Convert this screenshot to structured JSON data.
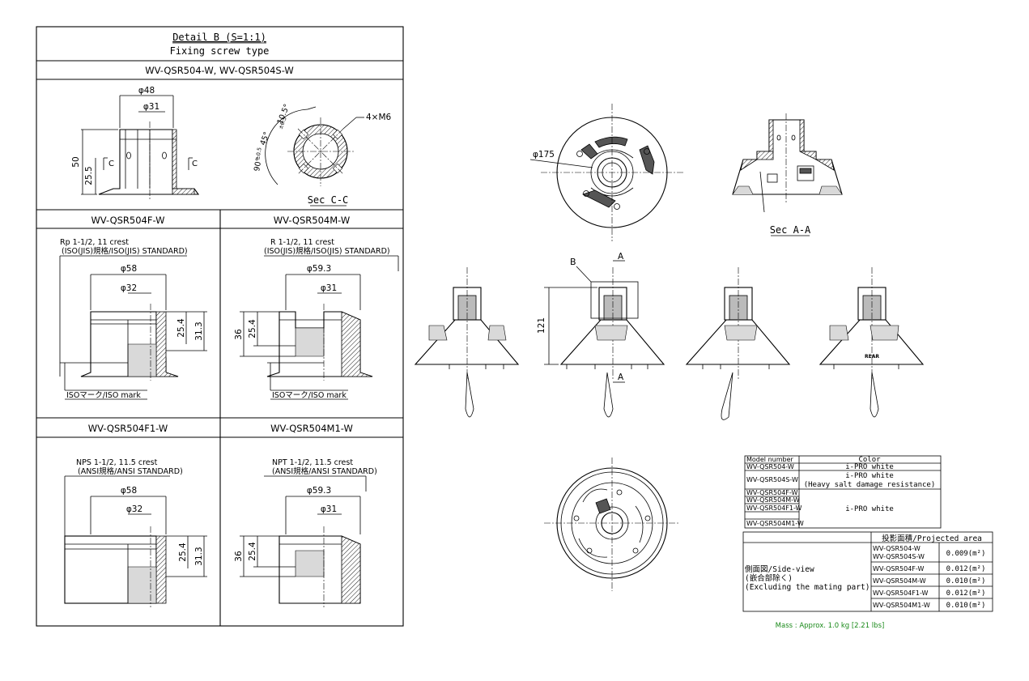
{
  "detail_panel": {
    "title": "Detail B (S=1:1)",
    "subtitle": "Fixing screw type",
    "sections": [
      {
        "model": "WV-QSR504-W, WV-QSR504S-W",
        "dims": {
          "outer_dia": "φ48",
          "inner_dia": "φ31",
          "height": "50",
          "half_height": "25.5",
          "cut_label_left": "C",
          "cut_label_right": "C"
        },
        "section": {
          "label": "Sec C-C",
          "screw": "4×M6",
          "angle_top": "10.5°",
          "angle_top_tol": "±0.5",
          "angle_mid": "45°",
          "angle_big": "90°",
          "angle_big_tol": "±0.5"
        }
      },
      {
        "model": "WV-QSR504F-W",
        "thread": "Rp 1-1/2, 11 crest",
        "standard": "(ISO(JIS)規格/ISO(JIS) STANDARD)",
        "outer_dia": "φ58",
        "inner_dia": "φ32",
        "dim_a": "25.4",
        "dim_b": "31.3",
        "mark": "ISOマーク/ISO mark"
      },
      {
        "model": "WV-QSR504M-W",
        "thread": "R 1-1/2, 11 crest",
        "standard": "(ISO(JIS)規格/ISO(JIS) STANDARD)",
        "outer_dia": "φ59.3",
        "inner_dia": "φ31",
        "dim_a": "25.4",
        "dim_b": "36",
        "mark": "ISOマーク/ISO mark"
      },
      {
        "model": "WV-QSR504F1-W",
        "thread": "NPS 1-1/2, 11.5 crest",
        "standard": "(ANSI規格/ANSI STANDARD)",
        "outer_dia": "φ58",
        "inner_dia": "φ32",
        "dim_a": "25.4",
        "dim_b": "31.3"
      },
      {
        "model": "WV-QSR504M1-W",
        "thread": "NPT 1-1/2, 11.5 crest",
        "standard": "(ANSI規格/ANSI STANDARD)",
        "outer_dia": "φ59.3",
        "inner_dia": "φ31",
        "dim_a": "25.4",
        "dim_b": "36"
      }
    ]
  },
  "views": {
    "top_dia": "φ175",
    "section_label": "Sec A-A",
    "height_dim": "121",
    "callout_b": "B",
    "callout_a": "A",
    "rear_label": "REAR"
  },
  "color_table": {
    "headers": [
      "Model number",
      "Color"
    ],
    "rows": [
      {
        "model": "WV-QSR504-W",
        "color": "i-PRO white"
      },
      {
        "model": "WV-QSR504S-W",
        "color": "i-PRO white",
        "color2": "(Heavy salt damage resistance)"
      },
      {
        "models": [
          "WV-QSR504F-W",
          "WV-QSR504M-W",
          "WV-QSR504F1-W",
          "WV-QSR504M1-W"
        ],
        "color": "i-PRO white"
      }
    ]
  },
  "area_table": {
    "header": "投影面積/Projected area",
    "side_label": [
      "側面図/Side-view",
      "(嵌合部除く)",
      "(Excluding the mating part)"
    ],
    "rows": [
      {
        "models": "WV-QSR504-W",
        "models2": "WV-QSR504S-W",
        "value": "0.009(m²)"
      },
      {
        "models": "WV-QSR504F-W",
        "value": "0.012(m²)"
      },
      {
        "models": "WV-QSR504M-W",
        "value": "0.010(m²)"
      },
      {
        "models": "WV-QSR504F1-W",
        "value": "0.012(m²)"
      },
      {
        "models": "WV-QSR504M1-W",
        "value": "0.010(m²)"
      }
    ]
  },
  "mass": "Mass : Approx. 1.0 kg [2.21 lbs]",
  "colors": {
    "line": "#000000",
    "mass_text": "#1a8a1a",
    "hatch": "#000000"
  }
}
